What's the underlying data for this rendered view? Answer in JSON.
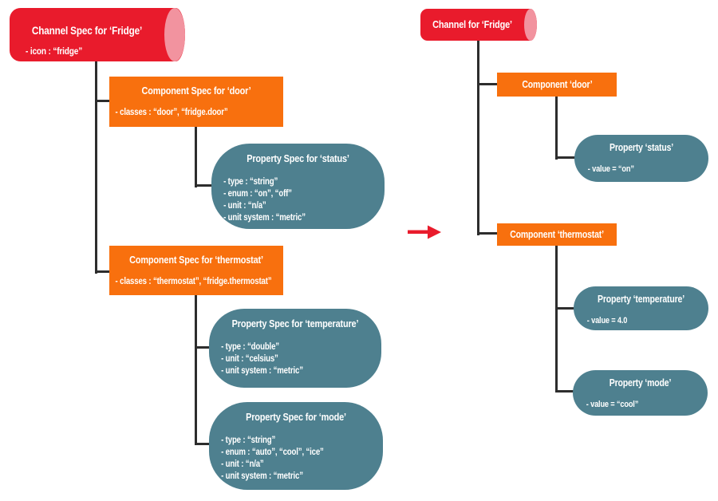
{
  "palette": {
    "red": "#e91b2c",
    "red_cap": "#f2939f",
    "orange": "#f8700e",
    "teal": "#4e808f",
    "line": "#2d2d2d",
    "text": "#ffffff",
    "background": "#ffffff"
  },
  "left_tree": {
    "channel_spec": {
      "title": "Channel Spec for ‘Fridge’",
      "attrs": [
        "- icon : “fridge”"
      ]
    },
    "door_component_spec": {
      "title": "Component Spec for ‘door’",
      "attrs": [
        "- classes : “door”, “fridge.door”"
      ]
    },
    "status_property_spec": {
      "title": "Property Spec for ‘status’",
      "attrs": [
        "- type : “string”",
        "- enum : “on”, “off”",
        "- unit : “n/a”",
        "- unit system : “metric”"
      ]
    },
    "thermostat_component_spec": {
      "title": "Component Spec for ‘thermostat’",
      "attrs": [
        "- classes : “thermostat”, “fridge.thermostat”"
      ]
    },
    "temperature_property_spec": {
      "title": "Property Spec for ‘temperature’",
      "attrs": [
        "- type : “double”",
        "- unit : “celsius”",
        "- unit system : “metric”"
      ]
    },
    "mode_property_spec": {
      "title": "Property Spec for ‘mode’",
      "attrs": [
        "- type : “string”",
        "- enum : “auto”, “cool”, “ice”",
        "- unit : “n/a”",
        "- unit system : “metric”"
      ]
    }
  },
  "right_tree": {
    "channel": {
      "title": "Channel for ‘Fridge’"
    },
    "door_component": {
      "title": "Component ‘door’"
    },
    "status_property": {
      "title": "Property ‘status’",
      "attrs": [
        "-  value = “on”"
      ]
    },
    "thermostat_component": {
      "title": "Component ‘thermostat’"
    },
    "temperature_property": {
      "title": "Property ‘temperature’",
      "attrs": [
        "- value = 4.0"
      ]
    },
    "mode_property": {
      "title": "Property ‘mode’",
      "attrs": [
        "- value = “cool”"
      ]
    }
  },
  "icons": {
    "transform_arrow": "right-arrow"
  }
}
